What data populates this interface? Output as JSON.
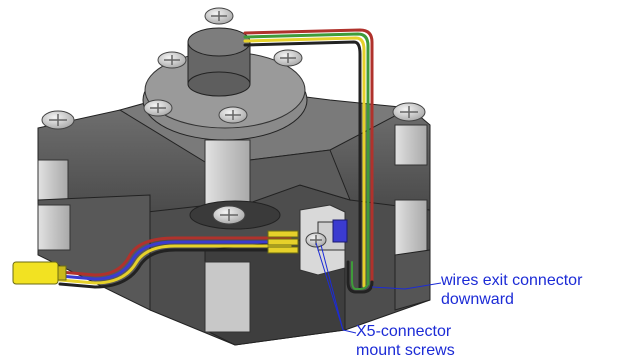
{
  "annotations": {
    "wires_exit": {
      "line1": "wires exit connector",
      "line2": "downward"
    },
    "mount_screws": {
      "line1": "X5-connector",
      "line2": "mount screws"
    }
  },
  "colors": {
    "callout_text": "#1c2bd6",
    "callout_line": "#1c2bd6",
    "body_dark": "#595959",
    "body_light": "#c9c9c9",
    "screw": "#dcdcdc",
    "wire_red": "#b0322c",
    "wire_green": "#3f9b3a",
    "wire_yellow": "#e6d12a",
    "wire_black": "#222222",
    "wire_blue": "#3b3bd0",
    "connector_yellow": "#f2e222"
  }
}
